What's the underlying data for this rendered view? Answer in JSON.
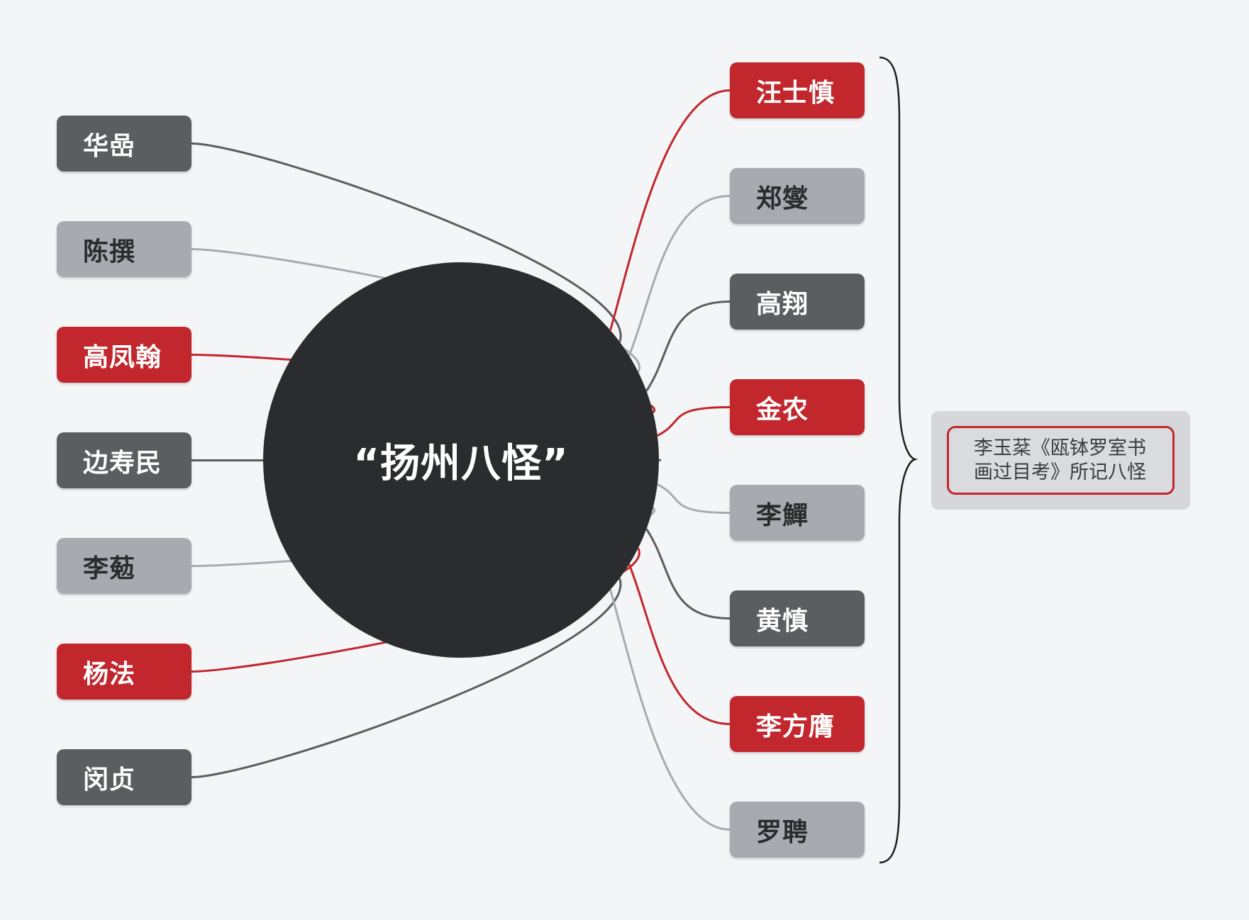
{
  "center": {
    "title": "“扬州八怪”"
  },
  "left_nodes": [
    {
      "label": "华嵒",
      "style": "dark"
    },
    {
      "label": "陈撰",
      "style": "light"
    },
    {
      "label": "高凤翰",
      "style": "red"
    },
    {
      "label": "边寿民",
      "style": "dark"
    },
    {
      "label": "李葂",
      "style": "light"
    },
    {
      "label": "杨法",
      "style": "red"
    },
    {
      "label": "闵贞",
      "style": "dark"
    }
  ],
  "right_nodes": [
    {
      "label": "汪士慎",
      "style": "red"
    },
    {
      "label": "郑燮",
      "style": "light"
    },
    {
      "label": "高翔",
      "style": "dark"
    },
    {
      "label": "金农",
      "style": "red"
    },
    {
      "label": "李鱓",
      "style": "light"
    },
    {
      "label": "黄慎",
      "style": "dark"
    },
    {
      "label": "李方膺",
      "style": "red"
    },
    {
      "label": "罗聘",
      "style": "light"
    }
  ],
  "annotation": {
    "lines": [
      "李玉棻《瓯钵罗室书",
      "画过目考》所记八怪"
    ]
  },
  "colors": {
    "red": "#c1272d",
    "dark": "#5b5d60",
    "light": "#a7abb1",
    "hub": "#2b2c2d",
    "background": "#f3f5f7"
  }
}
